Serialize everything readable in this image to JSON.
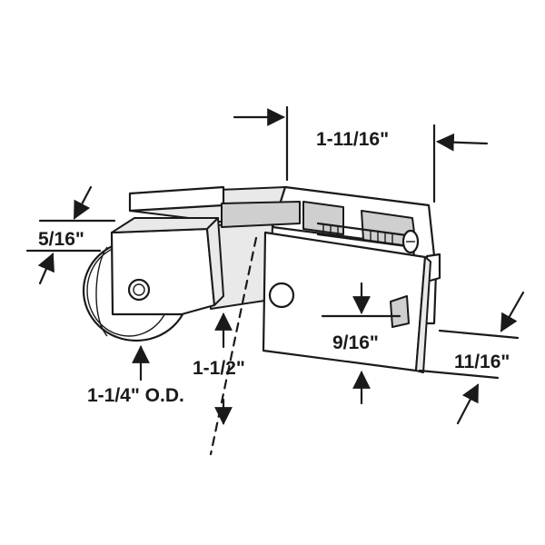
{
  "diagram": {
    "dimensions": {
      "roller_width": "5/16\"",
      "bracket_length": "1-11/16\"",
      "roller_od": "1-1/4\" O.D.",
      "overall_height": "1-1/2\"",
      "plate_offset": "9/16\"",
      "plate_depth": "11/16\""
    }
  },
  "colors": {
    "line": "#1a1a1a",
    "background": "#ffffff",
    "shading": "#e9e9e9"
  }
}
